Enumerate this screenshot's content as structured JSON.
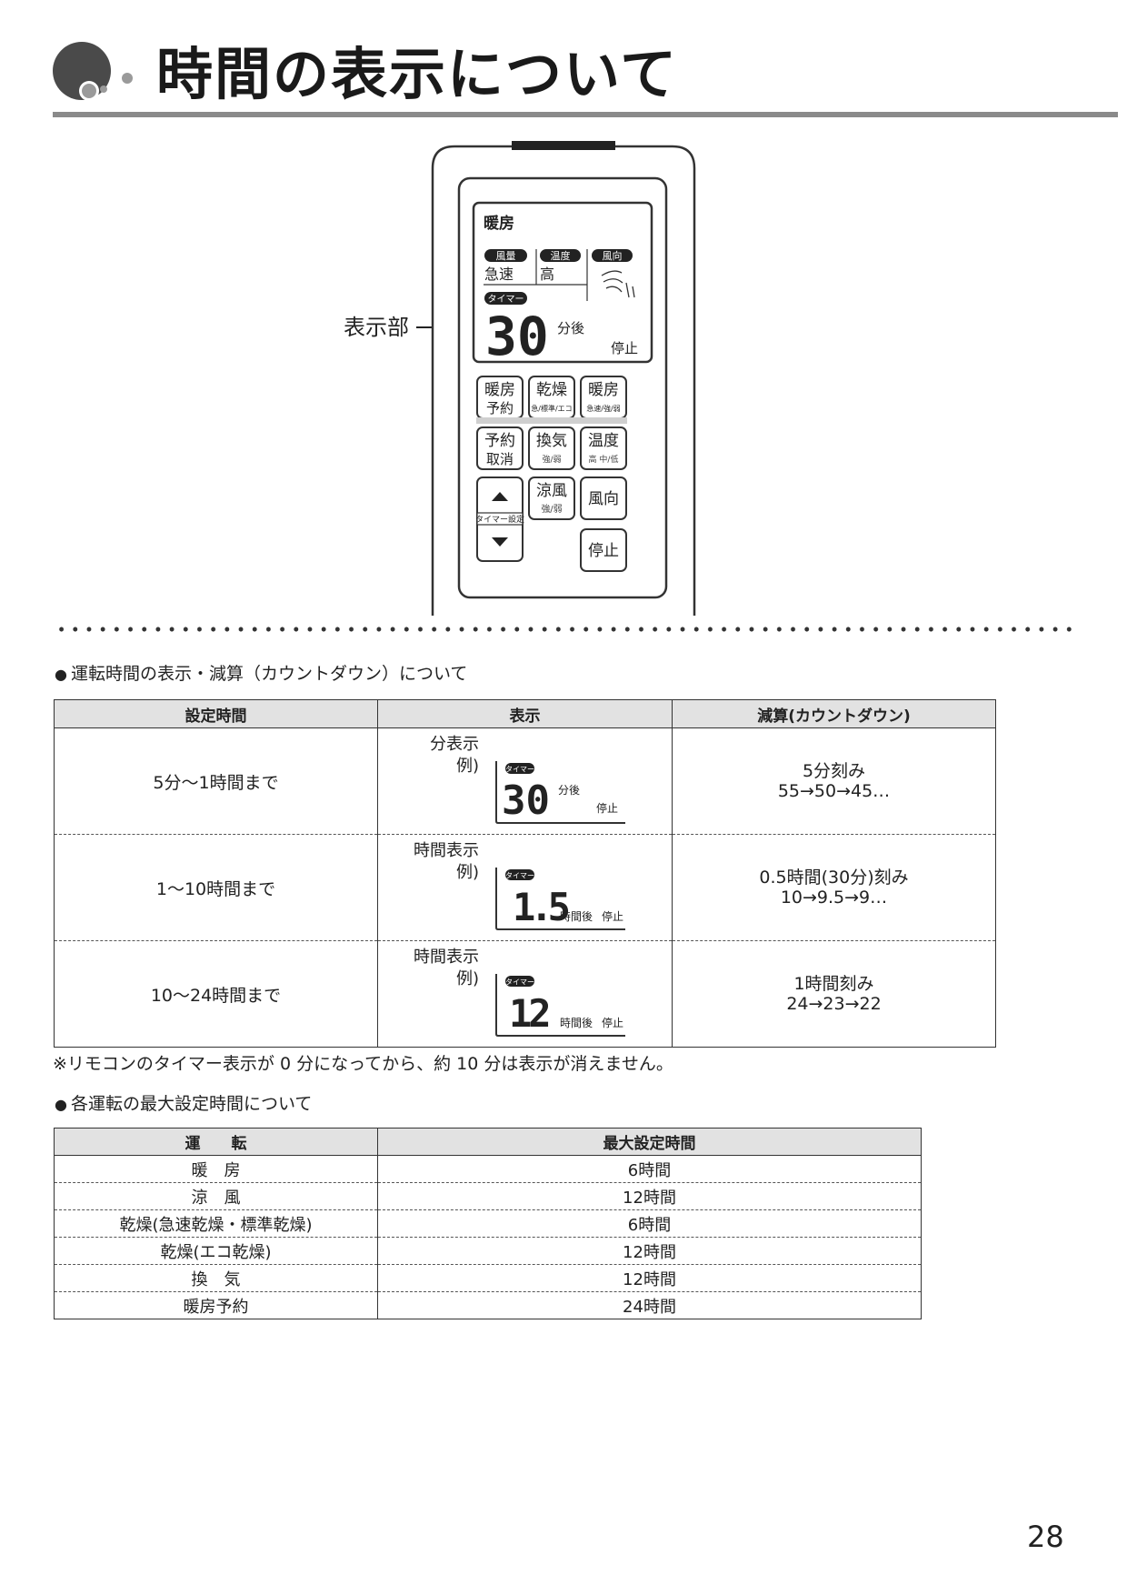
{
  "header": {
    "title": "時間の表示について"
  },
  "remote": {
    "display_label": "表示部",
    "lcd": {
      "mode": "暖房",
      "fan_tag": "風量",
      "fan_value": "急速",
      "temp_tag": "温度",
      "temp_value": "高",
      "dir_tag": "風向",
      "timer_tag": "タイマー",
      "timer_digits": "30",
      "timer_unit": "分後",
      "status": "停止"
    },
    "buttons": [
      {
        "main": "暖房",
        "sub": "予約"
      },
      {
        "main": "乾燥",
        "sub": "急/標準/エコ"
      },
      {
        "main": "暖房",
        "sub": "急速/強/弱"
      },
      {
        "main": "予約",
        "sub": "取消"
      },
      {
        "main": "換気",
        "sub": "強/弱"
      },
      {
        "main": "温度",
        "sub": "高 中/低"
      },
      {
        "main": "涼風",
        "sub": "強/弱"
      },
      {
        "main": "風向",
        "sub": ""
      },
      {
        "main": "停止",
        "sub": ""
      }
    ],
    "timer_set_label": "タイマー設定"
  },
  "section1": {
    "heading": "運転時間の表示・減算（カウントダウン）について",
    "bullet": "●",
    "headers": [
      "設定時間",
      "表示",
      "減算(カウントダウン)"
    ],
    "rows": [
      {
        "range": "5分〜1時間まで",
        "disp_type": "分表示",
        "disp_example": "例)",
        "tag": "タイマー",
        "digits": "30",
        "unit": "分後",
        "status": "停止",
        "step": "5分刻み",
        "seq": "55→50→45…"
      },
      {
        "range": "1〜10時間まで",
        "disp_type": "時間表示",
        "disp_example": "例)",
        "tag": "タイマー",
        "digits": "1.5",
        "unit": "時間後",
        "status": "停止",
        "step": "0.5時間(30分)刻み",
        "seq": "10→9.5→9…"
      },
      {
        "range": "10〜24時間まで",
        "disp_type": "時間表示",
        "disp_example": "例)",
        "tag": "タイマー",
        "digits": "12",
        "unit": "時間後",
        "status": "停止",
        "step": "1時間刻み",
        "seq": "24→23→22"
      }
    ]
  },
  "note": "※リモコンのタイマー表示が 0 分になってから、約 10 分は表示が消えません。",
  "section2": {
    "heading": "各運転の最大設定時間について",
    "bullet": "●",
    "headers": [
      "運　　転",
      "最大設定時間"
    ],
    "rows": [
      {
        "mode": "暖　房",
        "max": "6時間"
      },
      {
        "mode": "涼　風",
        "max": "12時間"
      },
      {
        "mode": "乾燥(急速乾燥・標準乾燥)",
        "max": "6時間"
      },
      {
        "mode": "乾燥(エコ乾燥)",
        "max": "12時間"
      },
      {
        "mode": "換　気",
        "max": "12時間"
      },
      {
        "mode": "暖房予約",
        "max": "24時間"
      }
    ]
  },
  "page_number": "28"
}
